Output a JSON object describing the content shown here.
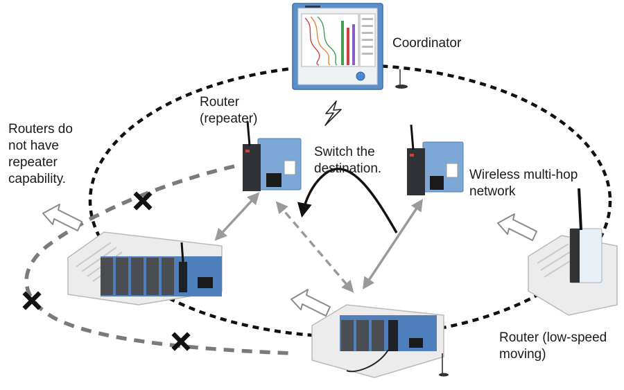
{
  "labels": {
    "coordinator": "Coordinator",
    "router_repeater": [
      "Router",
      "(repeater)"
    ],
    "no_repeater": [
      "Routers do",
      "not have",
      "repeater",
      "capability."
    ],
    "switch_destination": [
      "Switch the",
      "destination."
    ],
    "multi_hop": [
      "Wireless multi-hop",
      "network"
    ],
    "router_low_speed": [
      "Router (low-speed",
      "moving)"
    ]
  },
  "colors": {
    "network_ring": "#111111",
    "broken_link": "#777777",
    "wireless_link": "#9a9a9a",
    "device_blue": "#5b8fc8",
    "module_dark": "#3a3d42",
    "failure_mark": "#111111",
    "conveyor": "#e9e9e9"
  },
  "icons": [
    "lightning-icon",
    "x-mark-icon",
    "motion-arrow-icon",
    "antenna-icon"
  ]
}
